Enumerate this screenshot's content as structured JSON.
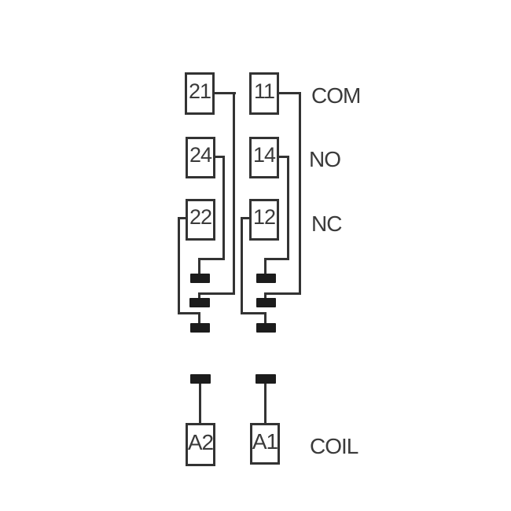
{
  "diagram": {
    "kind": "relay-socket-wiring-diagram",
    "row_labels": {
      "com": "COM",
      "no": "NO",
      "nc": "NC",
      "coil": "COIL"
    },
    "poles": [
      {
        "com": "21",
        "no": "24",
        "nc": "22"
      },
      {
        "com": "11",
        "no": "14",
        "nc": "12"
      }
    ],
    "coil": {
      "left": "A2",
      "right": "A1"
    }
  },
  "colors": {
    "background": "#ffffff",
    "line": "#333333",
    "contact_fill": "#1c1c1c",
    "text": "#3a3a3a"
  }
}
